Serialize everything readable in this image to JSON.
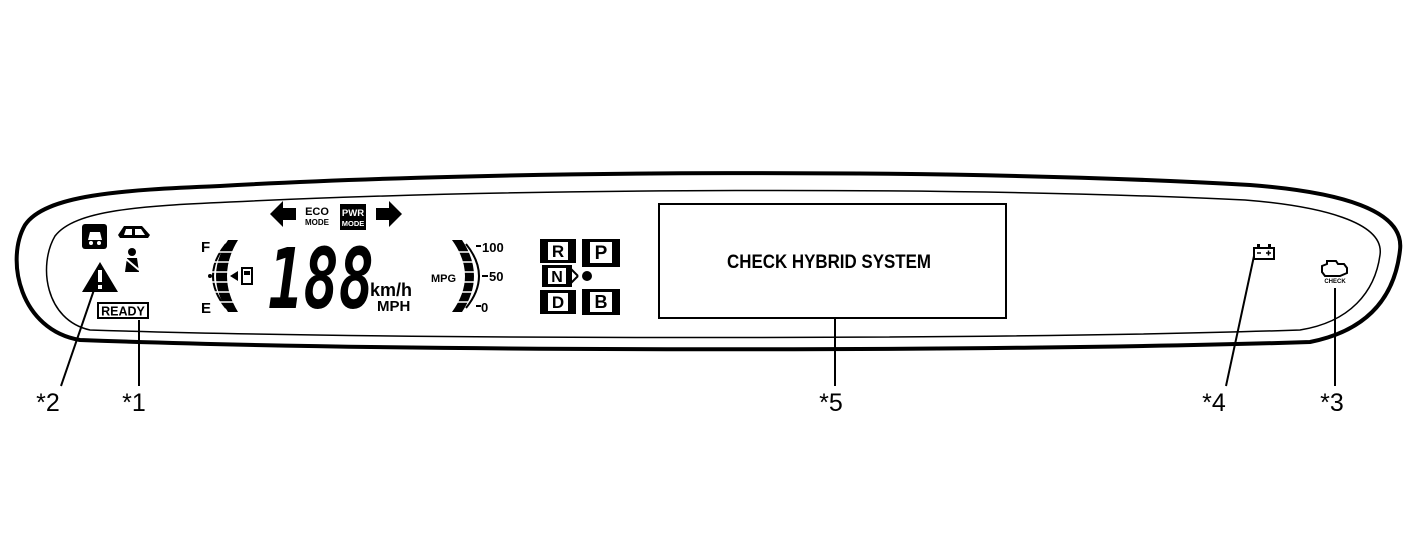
{
  "cluster": {
    "ready_label": "READY",
    "fuel": {
      "full_label": "F",
      "empty_label": "E"
    },
    "speed": {
      "digits": "188",
      "unit_kmh": "km/h",
      "unit_mph": "MPH"
    },
    "eco_mode": {
      "line1": "ECO",
      "line2": "MODE"
    },
    "pwr_mode": {
      "line1": "PWR",
      "line2": "MODE"
    },
    "mpg": {
      "label": "MPG",
      "tick_high": "100",
      "tick_mid": "50",
      "tick_low": "0"
    },
    "gears": {
      "r": "R",
      "p": "P",
      "n": "N",
      "d": "D",
      "b": "B"
    },
    "message": "CHECK HYBRID SYSTEM",
    "check_engine_label": "CHECK"
  },
  "callouts": {
    "c1": "*1",
    "c2": "*2",
    "c3": "*3",
    "c4": "*4",
    "c5": "*5"
  }
}
